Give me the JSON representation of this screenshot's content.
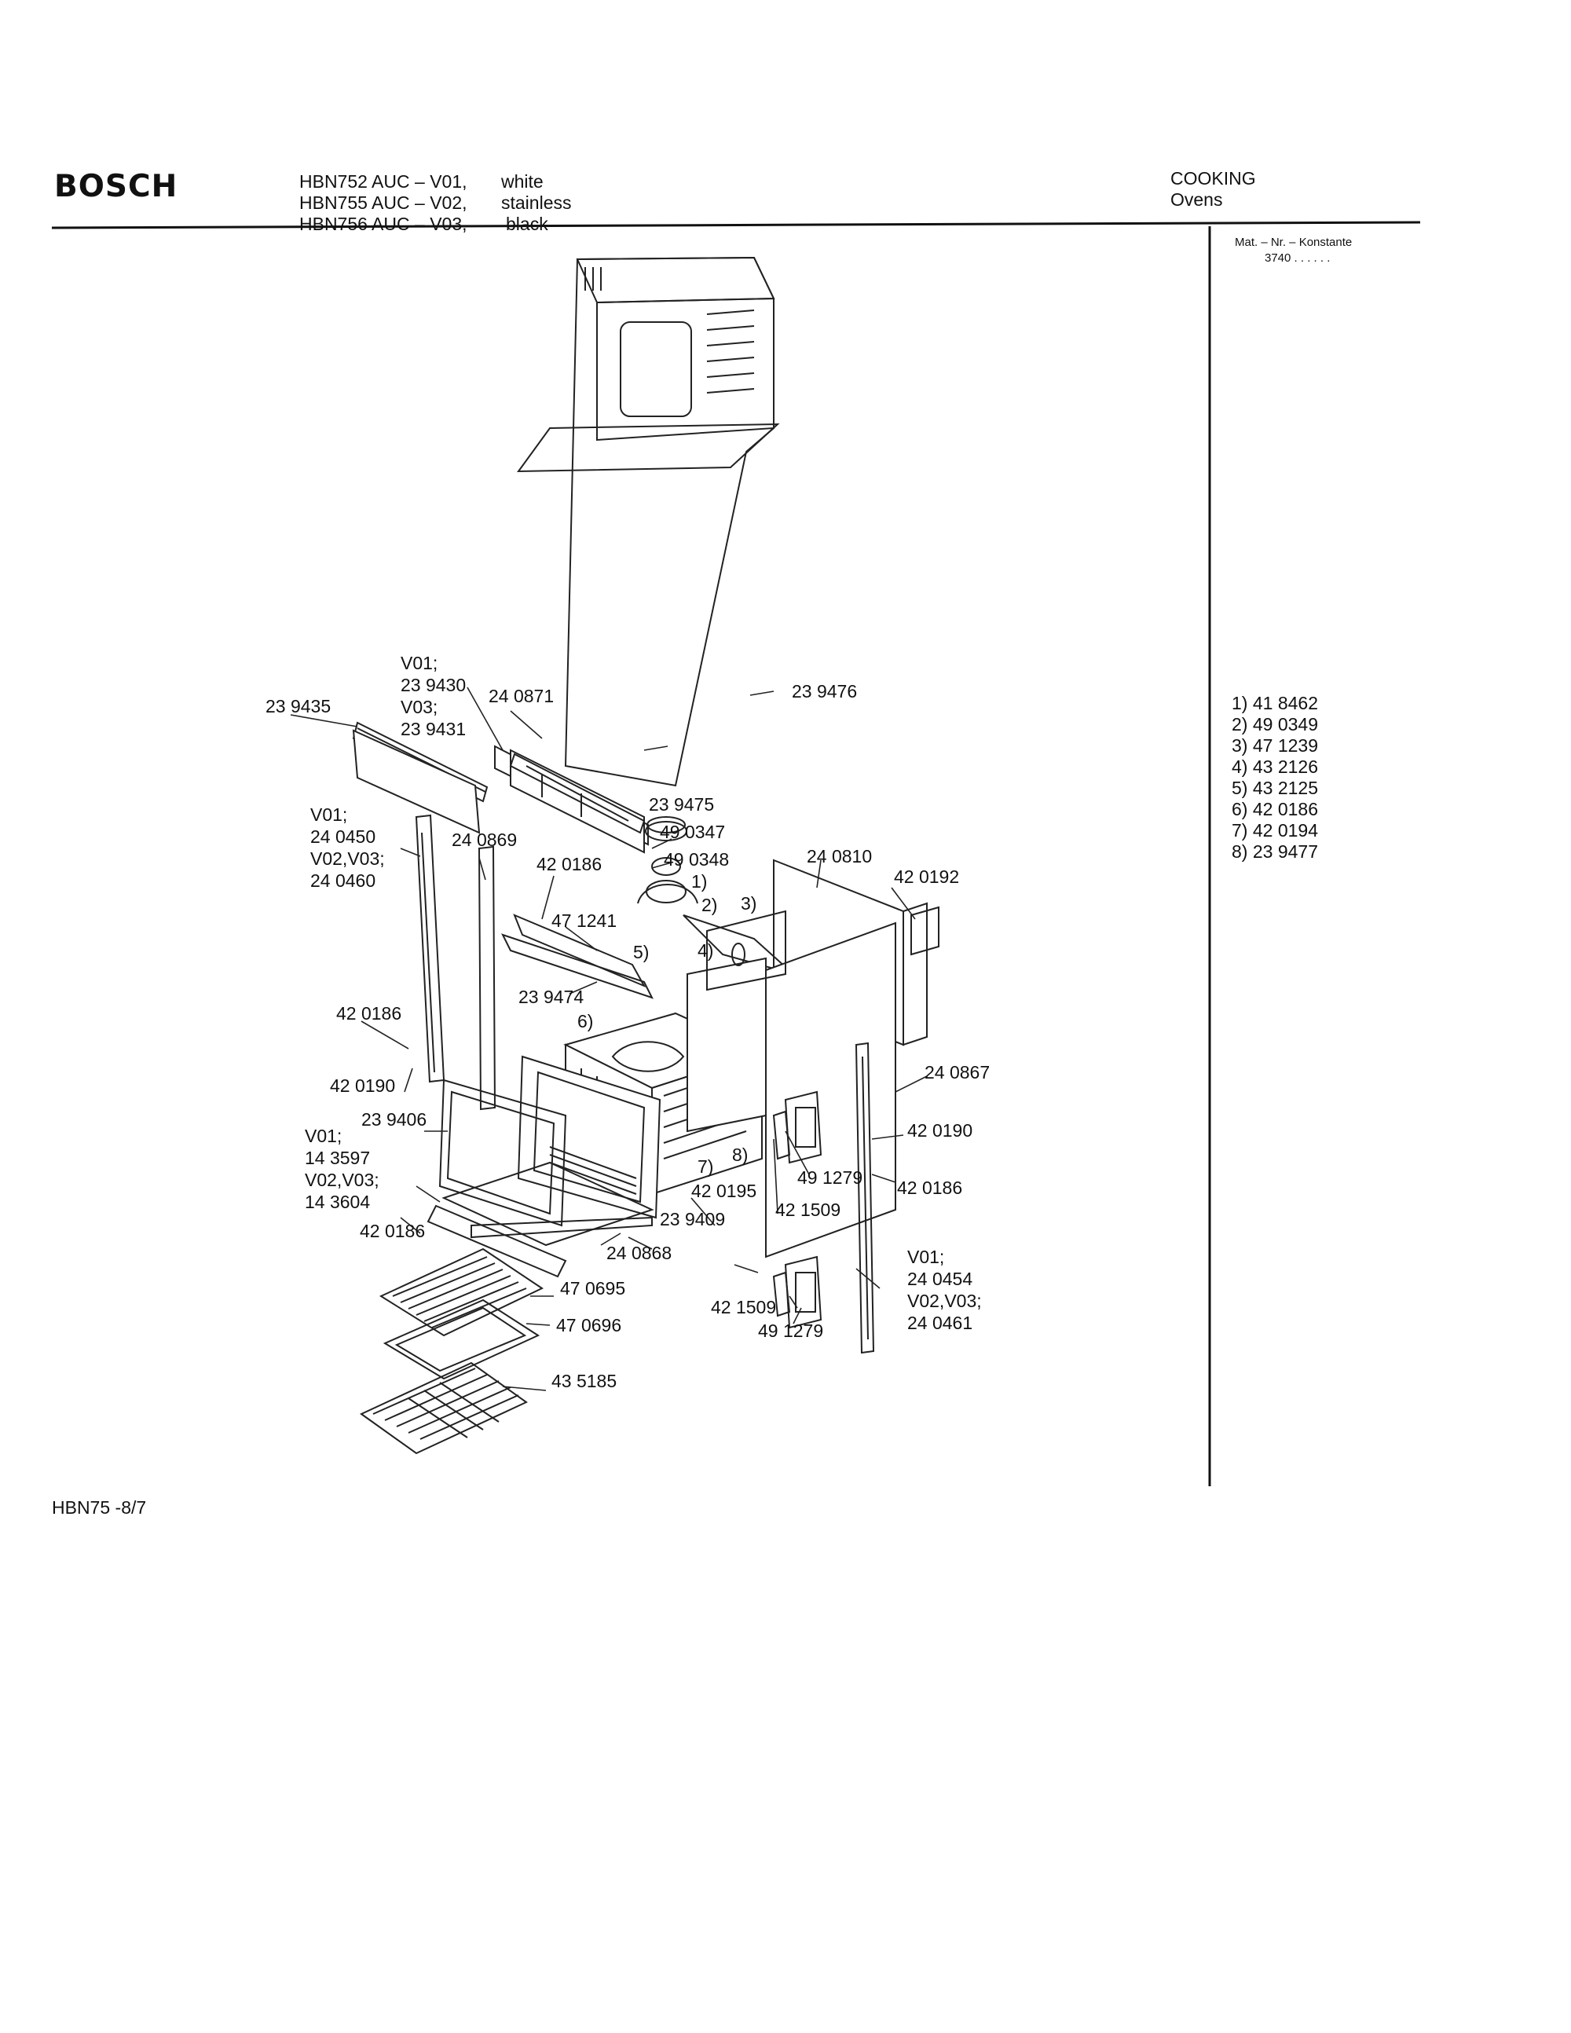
{
  "header": {
    "brand": "BOSCH",
    "models": [
      {
        "model": "HBN752 AUC – V01,",
        "color": "white"
      },
      {
        "model": "HBN755 AUC – V02,",
        "color": "stainless"
      },
      {
        "model": "HBN756 AUC – V03,",
        "color": "black"
      }
    ],
    "category": "COOKING",
    "subcategory": "Ovens"
  },
  "side_panel": {
    "mat_label": "Mat. – Nr. – Konstante",
    "mat_value": "3740 . .   . . . .",
    "parts": [
      "1) 41 8462",
      "2) 49 0349",
      "3) 47 1239",
      "4) 43 2126",
      "5) 43 2125",
      "6) 42 0186",
      "7) 42 0194",
      "8) 23 9477"
    ]
  },
  "diagram": {
    "labels": [
      "V01;",
      "23 9430",
      "V03;",
      "23 9431",
      "24 0871",
      "23 9476",
      "23 9435",
      "23 9475",
      "V01;",
      "24 0450",
      "V02,V03;",
      "24 0460",
      "24 0869",
      "42 0186",
      "49 0347",
      "49 0348",
      "1)",
      "2)",
      "3)",
      "4)",
      "5)",
      "6)",
      "24 0810",
      "42 0192",
      "47 1241",
      "23 9474",
      "42 0186",
      "42 0190",
      "24 0867",
      "23 9406",
      "V01;",
      "14 3597",
      "V02,V03;",
      "14 3604",
      "42 0190",
      "7)",
      "8)",
      "42 0195",
      "49 1279",
      "42 0186",
      "42 1509",
      "23 9409",
      "42 0186",
      "24 0868",
      "V01;",
      "24 0454",
      "V02,V03;",
      "24 0461",
      "47 0695",
      "47 0696",
      "42 1509",
      "49 1279",
      "43 5185"
    ]
  },
  "footer": {
    "page_ref": "HBN75  -8/7"
  }
}
